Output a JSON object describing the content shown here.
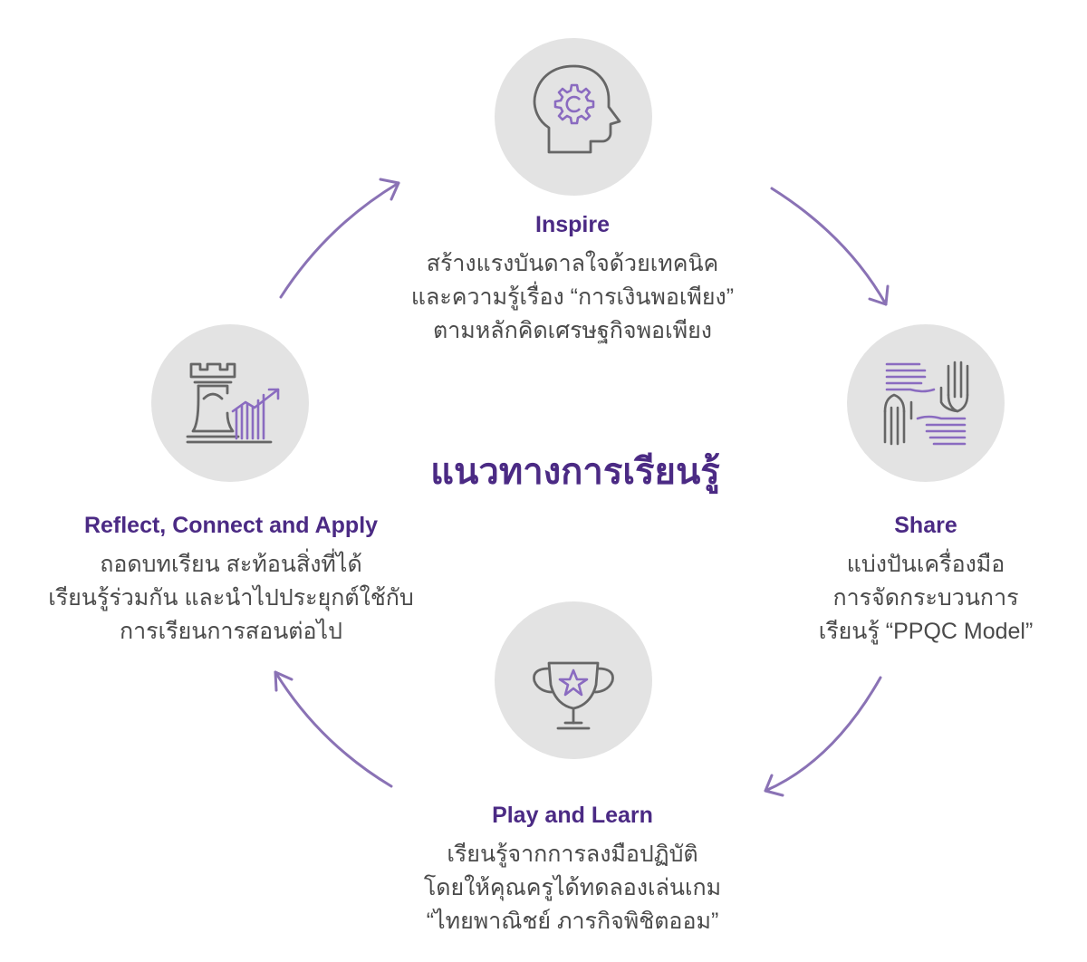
{
  "colors": {
    "accent": "#4b2a84",
    "arrow": "#8a72b5",
    "icon_gray": "#666666",
    "icon_purple": "#8a6bc0",
    "circle": "#e3e3e3",
    "text": "#4a4a4a"
  },
  "center_title": "แนวทางการเรียนรู้",
  "stages": [
    {
      "key": "inspire",
      "icon": "head-gear-icon",
      "title": "Inspire",
      "lines": [
        "สร้างแรงบันดาลใจด้วยเทคนิค",
        "และความรู้เรื่อง “การเงินพอเพียง”",
        "ตามหลักคิดเศรษฐกิจพอเพียง"
      ]
    },
    {
      "key": "share",
      "icon": "hands-icon",
      "title": "Share",
      "lines": [
        "แบ่งปันเครื่องมือ",
        "การจัดกระบวนการ",
        "เรียนรู้ “PPQC Model”"
      ]
    },
    {
      "key": "play",
      "icon": "trophy-icon",
      "title": "Play and Learn",
      "lines": [
        "เรียนรู้จากการลงมือปฏิบัติ",
        "โดยให้คุณครูได้ทดลองเล่นเกม",
        "“ไทยพาณิชย์ ภารกิจพิชิตออม”"
      ]
    },
    {
      "key": "reflect",
      "icon": "chess-rook-growth-icon",
      "title": "Reflect, Connect and Apply",
      "lines": [
        "ถอดบทเรียน สะท้อนสิ่งที่ได้",
        "เรียนรู้ร่วมกัน และนำไปประยุกต์ใช้กับ",
        "การเรียนการสอนต่อไป"
      ]
    }
  ]
}
